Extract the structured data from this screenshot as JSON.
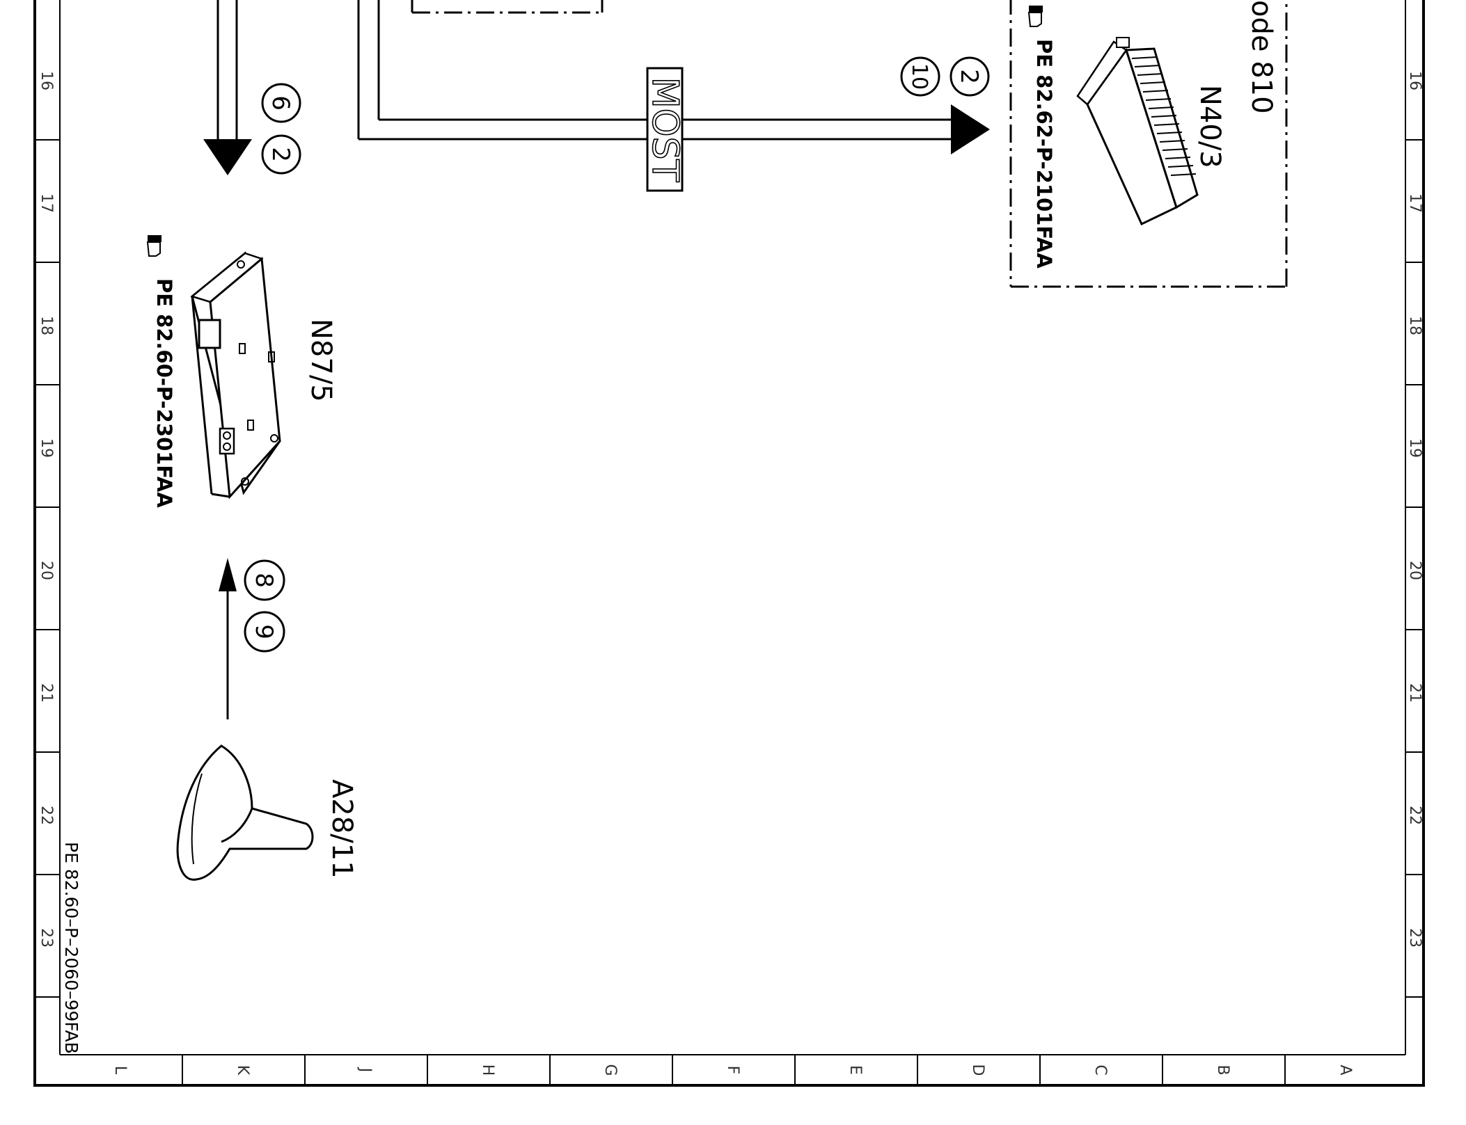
{
  "frame": {
    "row_ticks": [
      "16",
      "17",
      "18",
      "19",
      "20",
      "21",
      "22",
      "23"
    ],
    "column_ticks": [
      "L",
      "K",
      "J",
      "H",
      "G",
      "F",
      "E",
      "D",
      "C",
      "B",
      "A"
    ]
  },
  "drawing_id": "PE 82.60–P–2060–99FAB",
  "bus": {
    "label": "MOST"
  },
  "components": [
    {
      "id": "N40/3",
      "ref": "PE 82.62-P-2101FAA",
      "code_fragment": "ode 810"
    },
    {
      "id": "N87/5",
      "ref": "PE 82.60-P-2301FAA"
    },
    {
      "id": "A28/11"
    }
  ],
  "circled_numbers": [
    "6",
    "2",
    "2",
    "10",
    "8",
    "9"
  ]
}
